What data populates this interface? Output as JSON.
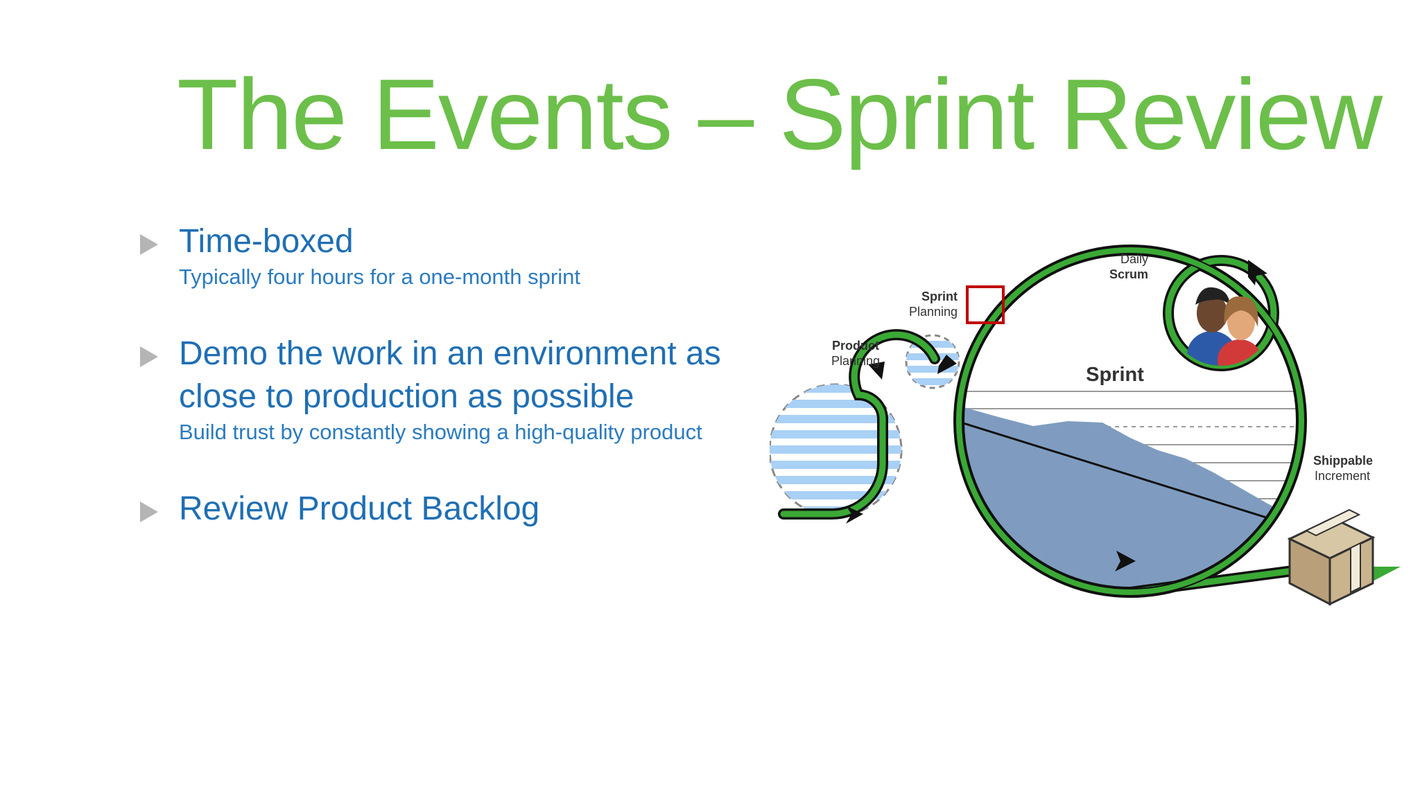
{
  "slide": {
    "title": "The Events – Sprint Review"
  },
  "bullets": [
    {
      "title": "Time-boxed",
      "subtitle": "Typically four hours for a one-month sprint"
    },
    {
      "title": "Demo the work in an environment as close to production as possible",
      "subtitle": "Build trust by constantly showing a high-quality product"
    },
    {
      "title": "Review Product Backlog",
      "subtitle": ""
    }
  ],
  "diagram": {
    "labels": {
      "product_planning_1": "Product",
      "product_planning_2": "Planning",
      "sprint_planning_1": "Sprint",
      "sprint_planning_2": "Planning",
      "daily_1": "Daily",
      "daily_2": "Scrum",
      "sprint": "Sprint",
      "shippable_1": "Shippable",
      "shippable_2": "Increment"
    },
    "colors": {
      "loop_green": "#3aa935",
      "loop_outline": "#111111",
      "backlog_blue": "#a9d0f5",
      "burndown_fill": "#7f9cc0",
      "highlight_box": "#c00000",
      "box_tan": "#c9b48e"
    }
  }
}
